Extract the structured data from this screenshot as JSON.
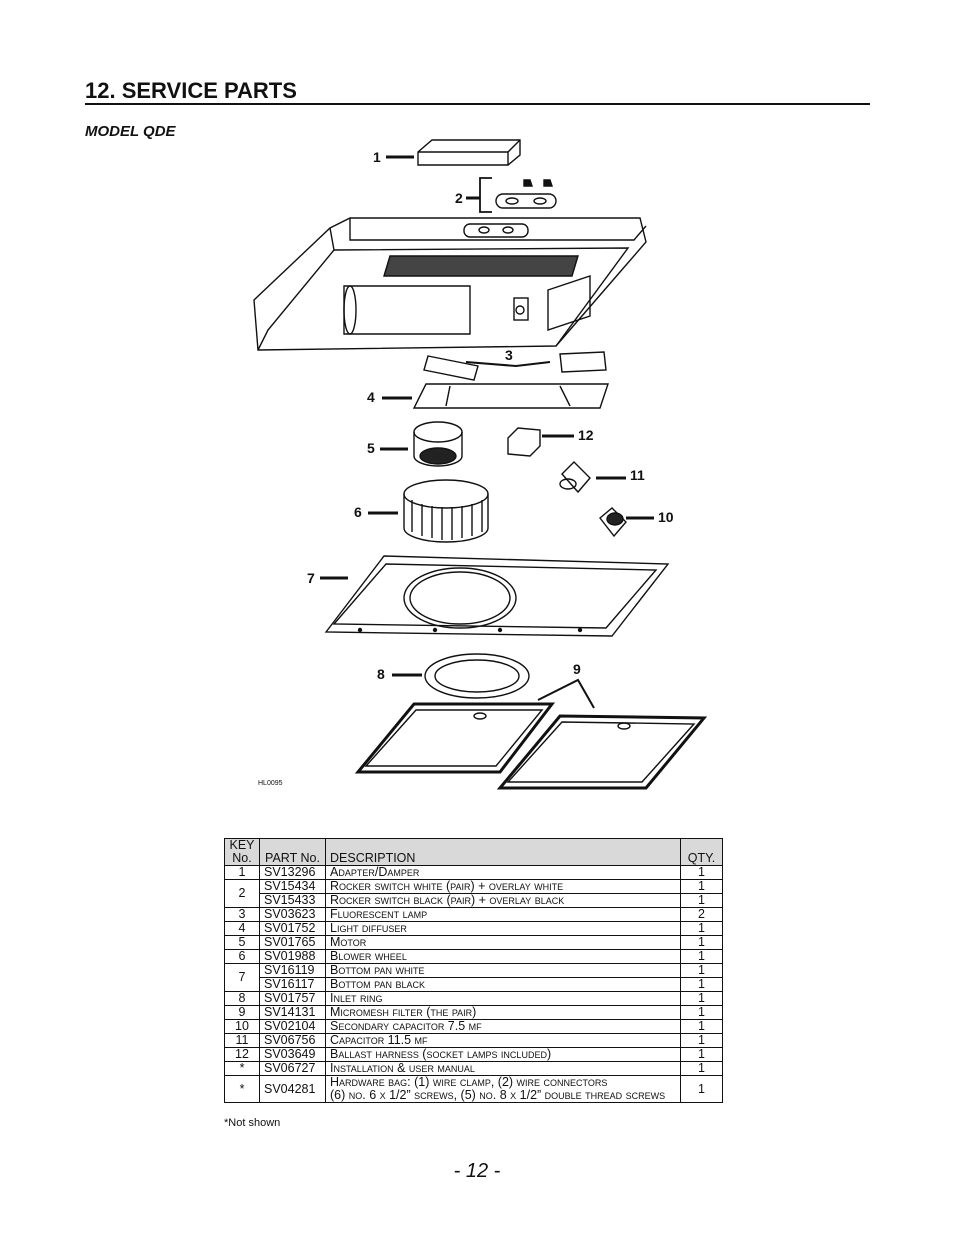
{
  "section_title": "12. SERVICE PARTS",
  "model_label": "MODEL QDE",
  "diagram": {
    "drawing_ref": "HL0095",
    "callouts": [
      "1",
      "2",
      "3",
      "4",
      "5",
      "6",
      "7",
      "8",
      "9",
      "10",
      "11",
      "12"
    ]
  },
  "table": {
    "headers": {
      "key": "KEY No.",
      "part": "PART No.",
      "description": "DESCRIPTION",
      "qty": "QTY."
    },
    "rows": [
      {
        "key": "1",
        "part": "SV13296",
        "description": "Adapter/Damper",
        "qty": "1"
      },
      {
        "key": "2",
        "part": "SV15434",
        "description": "Rocker switch white (pair) + overlay white",
        "qty": "1"
      },
      {
        "key": "",
        "part": "SV15433",
        "description": "Rocker switch black (pair) + overlay black",
        "qty": "1"
      },
      {
        "key": "3",
        "part": "SV03623",
        "description": "Fluorescent lamp",
        "qty": "2"
      },
      {
        "key": "4",
        "part": "SV01752",
        "description": "Light diffuser",
        "qty": "1"
      },
      {
        "key": "5",
        "part": "SV01765",
        "description": "Motor",
        "qty": "1"
      },
      {
        "key": "6",
        "part": "SV01988",
        "description": "Blower wheel",
        "qty": "1"
      },
      {
        "key": "7",
        "part": "SV16119",
        "description": "Bottom pan white",
        "qty": "1"
      },
      {
        "key": "",
        "part": "SV16117",
        "description": "Bottom pan black",
        "qty": "1"
      },
      {
        "key": "8",
        "part": "SV01757",
        "description": "Inlet ring",
        "qty": "1"
      },
      {
        "key": "9",
        "part": "SV14131",
        "description": "Micromesh filter (the pair)",
        "qty": "1"
      },
      {
        "key": "10",
        "part": "SV02104",
        "description": "Secondary capacitor 7.5 µf",
        "qty": "1"
      },
      {
        "key": "11",
        "part": "SV06756",
        "description": "Capacitor 11.5 µf",
        "qty": "1"
      },
      {
        "key": "12",
        "part": "SV03649",
        "description": "Ballast harness (socket lamps included)",
        "qty": "1"
      },
      {
        "key": "*",
        "part": "SV06727",
        "description": "Installation & user manual",
        "qty": "1"
      },
      {
        "key": "*",
        "part": "SV04281",
        "description": "Hardware bag: (1) wire clamp, (2) wire connectors",
        "description2": "(6) no. 6 x 1/2” screws, (5) no. 8 x 1/2” double thread screws",
        "qty": "1"
      }
    ]
  },
  "footnote": "*Not shown",
  "page_number": "- 12 -"
}
